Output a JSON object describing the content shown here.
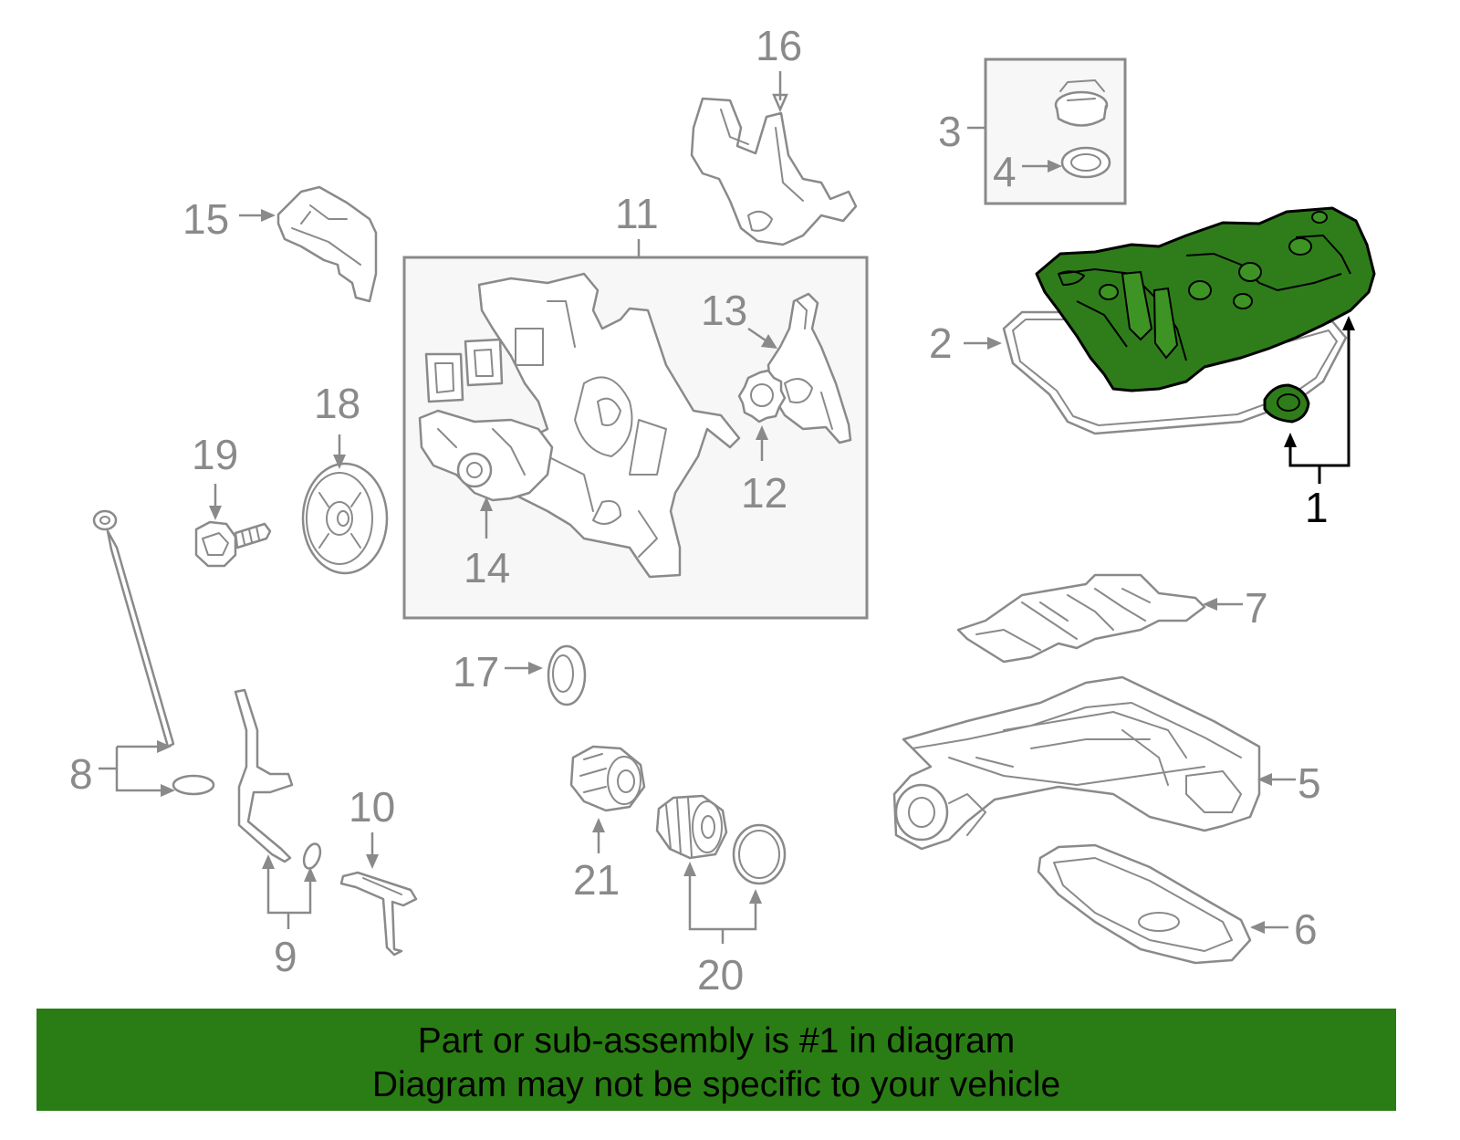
{
  "diagram": {
    "callouts": [
      {
        "id": "1",
        "label": "1",
        "highlighted": true
      },
      {
        "id": "2",
        "label": "2"
      },
      {
        "id": "3",
        "label": "3"
      },
      {
        "id": "4",
        "label": "4"
      },
      {
        "id": "5",
        "label": "5"
      },
      {
        "id": "6",
        "label": "6"
      },
      {
        "id": "7",
        "label": "7"
      },
      {
        "id": "8",
        "label": "8"
      },
      {
        "id": "9",
        "label": "9"
      },
      {
        "id": "10",
        "label": "10"
      },
      {
        "id": "11",
        "label": "11"
      },
      {
        "id": "12",
        "label": "12"
      },
      {
        "id": "13",
        "label": "13"
      },
      {
        "id": "14",
        "label": "14"
      },
      {
        "id": "15",
        "label": "15"
      },
      {
        "id": "16",
        "label": "16"
      },
      {
        "id": "17",
        "label": "17"
      },
      {
        "id": "18",
        "label": "18"
      },
      {
        "id": "19",
        "label": "19"
      },
      {
        "id": "20",
        "label": "20"
      },
      {
        "id": "21",
        "label": "21"
      }
    ],
    "colors": {
      "highlight_fill": "#2e7d1a",
      "part_stroke": "#8a8a8a",
      "banner_bg": "#2a7d14"
    }
  },
  "banner": {
    "line1": "Part or sub-assembly is #1 in diagram",
    "line2": "Diagram may not be specific to your vehicle"
  }
}
